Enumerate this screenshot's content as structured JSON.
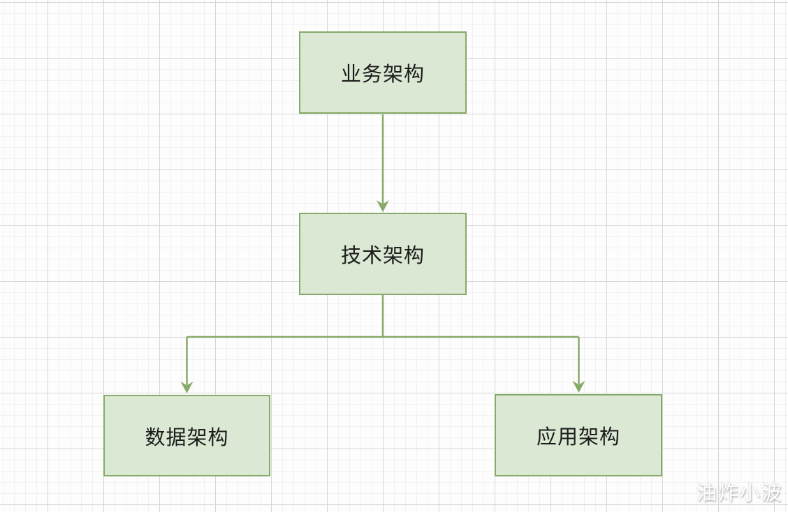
{
  "diagram": {
    "type": "flowchart",
    "nodes": [
      {
        "id": "business-architecture",
        "label": "业务架构"
      },
      {
        "id": "technical-architecture",
        "label": "技术架构"
      },
      {
        "id": "data-architecture",
        "label": "数据架构"
      },
      {
        "id": "application-architecture",
        "label": "应用架构"
      }
    ],
    "edges": [
      {
        "from": "业务架构",
        "to": "技术架构",
        "style": "arrow-down"
      },
      {
        "from": "技术架构",
        "to": "数据架构",
        "style": "arrow-down"
      },
      {
        "from": "技术架构",
        "to": "应用架构",
        "style": "arrow-down"
      }
    ],
    "colors": {
      "node_fill": "#dbe8d3",
      "node_border": "#86aa68",
      "connector": "#86aa68",
      "node_text": "#1c1c1c",
      "grid_minor": "#f1f1f1",
      "grid_major": "#d6d6d6",
      "background": "#fdfdfd"
    }
  },
  "watermark": {
    "text": "油炸小波"
  }
}
